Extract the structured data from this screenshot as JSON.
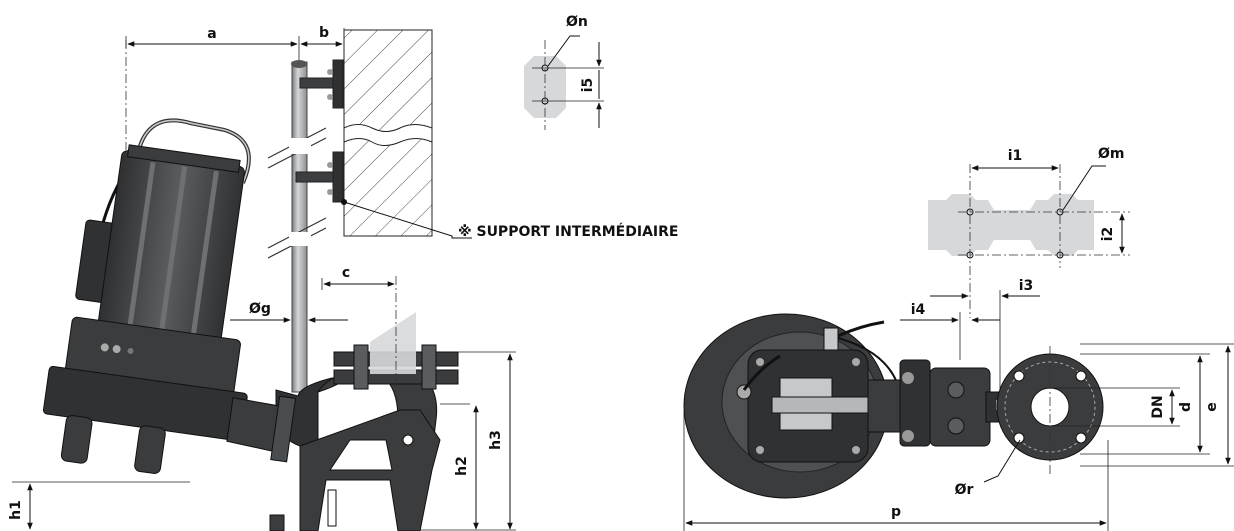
{
  "colors": {
    "body_dark": "#3a3c3e",
    "body_mid": "#55585b",
    "body_light": "#8a8d90",
    "pipe": "#b5b8bb",
    "ghost": "#d7d8da",
    "line": "#111111"
  },
  "labels": {
    "a": "a",
    "b": "b",
    "c": "c",
    "g": "Øg",
    "h1": "h1",
    "h2": "h2",
    "h3": "h3",
    "n": "Øn",
    "i5": "i5",
    "i1": "i1",
    "i2": "i2",
    "i3": "i3",
    "i4": "i4",
    "m": "Øm",
    "d": "d",
    "dn": "DN",
    "e": "e",
    "r": "Ør",
    "p": "p",
    "support": "※ SUPPORT INTERMÉDIAIRE"
  }
}
